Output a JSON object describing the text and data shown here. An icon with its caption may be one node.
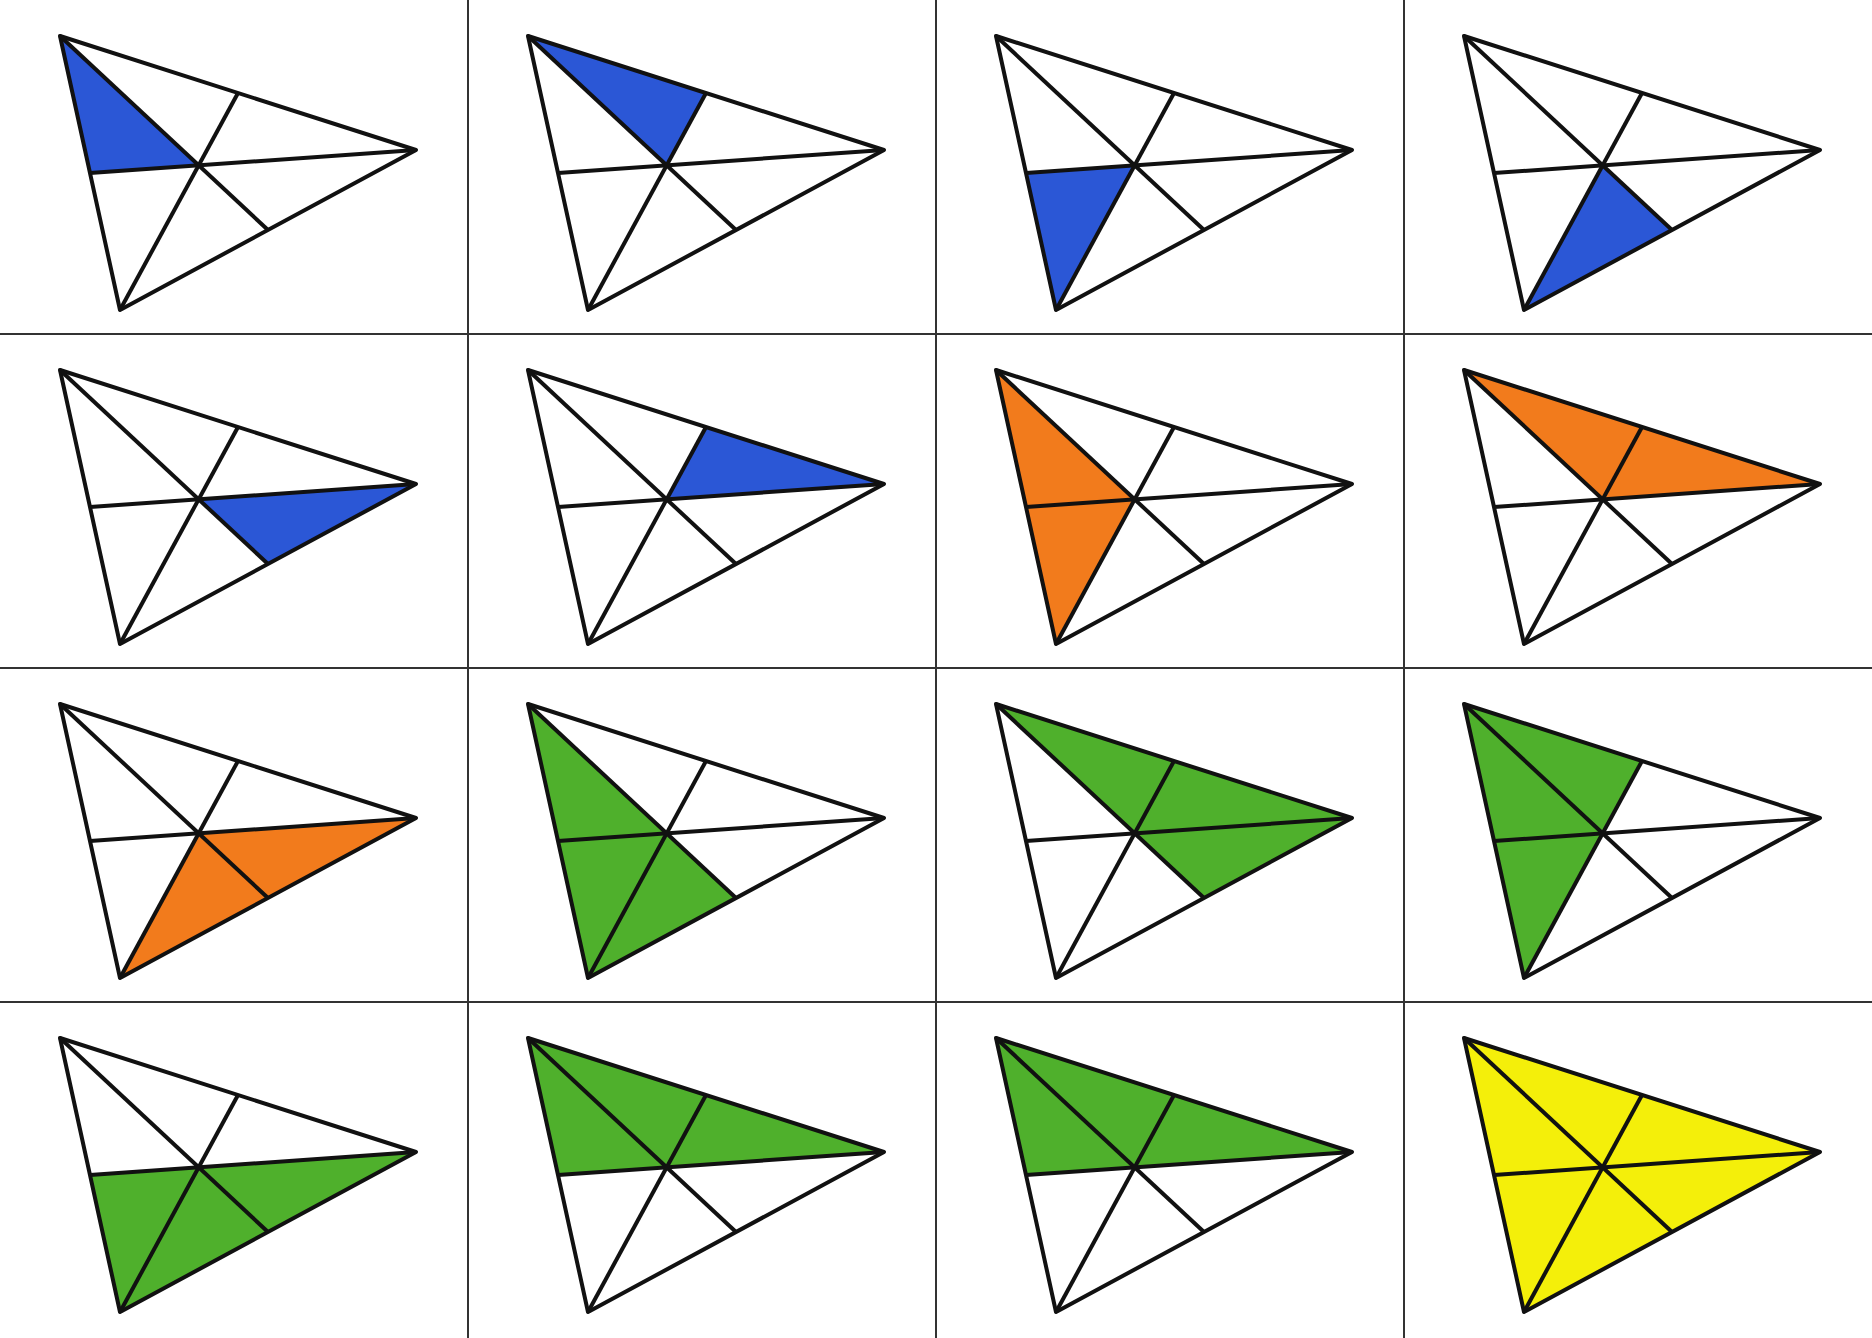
{
  "diagram": {
    "nodes": [
      {
        "text": [],
        "shape": "triangle"
      },
      {
        "text": [],
        "shape": "triangle"
      },
      {
        "text": [],
        "shape": "triangle"
      },
      {
        "text": [],
        "shape": "triangle"
      },
      {
        "text": [],
        "shape": "triangle"
      },
      {
        "text": [],
        "shape": "triangle"
      },
      {
        "text": [],
        "shape": "triangle"
      },
      {
        "text": [],
        "shape": "triangle"
      },
      {
        "text": [],
        "shape": "triangle"
      },
      {
        "text": [],
        "shape": "triangle"
      },
      {
        "text": [],
        "shape": "triangle"
      },
      {
        "text": [],
        "shape": "triangle"
      },
      {
        "text": [],
        "shape": "triangle"
      },
      {
        "text": [],
        "shape": "triangle"
      },
      {
        "text": [],
        "shape": "triangle"
      },
      {
        "text": [],
        "shape": "triangle"
      }
    ]
  }
}
